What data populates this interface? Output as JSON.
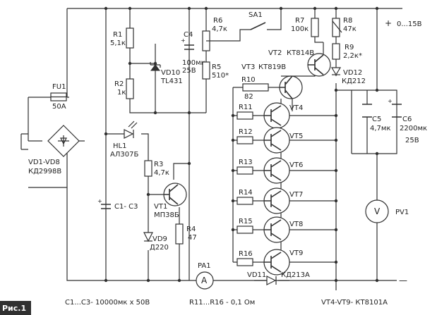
{
  "figure_tag": "Рис.1",
  "power_out": {
    "plus": "+",
    "range": "0...15В",
    "minus": "—"
  },
  "fuse": {
    "ref": "FU1",
    "value": "50A"
  },
  "bridge": {
    "ref": "VD1-VD8",
    "type": "КД2998В"
  },
  "capacitor_bank": {
    "ref": "C1- C3",
    "note": "C1...C3- 10000мк х 50В"
  },
  "led": {
    "ref": "HL1",
    "type": "АЛ307Б"
  },
  "resistors": {
    "r1": {
      "ref": "R1",
      "value": "5,1к"
    },
    "r2": {
      "ref": "R2",
      "value": "1к"
    },
    "r3": {
      "ref": "R3",
      "value": "4,7к"
    },
    "r4": {
      "ref": "R4",
      "value": "47"
    },
    "r5": {
      "ref": "R5",
      "value": "510*"
    },
    "r6": {
      "ref": "R6",
      "value": "4,7к"
    },
    "r7": {
      "ref": "R7",
      "value": "100к"
    },
    "r8": {
      "ref": "R8",
      "value": "47к"
    },
    "r9": {
      "ref": "R9",
      "value": "2,2к*"
    },
    "r10": {
      "ref": "R10",
      "value": "82"
    }
  },
  "emitter_resistors": {
    "refs": [
      "R11",
      "R12",
      "R13",
      "R14",
      "R15",
      "R16"
    ],
    "note": "R11...R16 - 0,1 Ом"
  },
  "c4": {
    "ref": "C4",
    "value": "100мк",
    "voltage": "25В"
  },
  "c5": {
    "ref": "C5",
    "value": "4,7мк"
  },
  "c6": {
    "ref": "C6",
    "value": "2200мк",
    "voltage": "25В"
  },
  "vd10": {
    "ref": "VD10",
    "type": "TL431"
  },
  "vd9": {
    "ref": "VD9",
    "type": "Д220"
  },
  "vd11": {
    "ref": "VD11",
    "type": "КД213А"
  },
  "vd12": {
    "ref": "VD12",
    "type": "КД212"
  },
  "vt1": {
    "ref": "VT1",
    "type": "МП38Б"
  },
  "vt2": {
    "ref": "VT2",
    "type": "КТ814В"
  },
  "vt3": {
    "ref": "VT3",
    "type": "КТ819В"
  },
  "power_transistors": {
    "refs": [
      "VT4",
      "VT5",
      "VT6",
      "VT7",
      "VT8",
      "VT9"
    ],
    "note": "VT4-VT9- КТ8101А"
  },
  "switch": {
    "ref": "SA1"
  },
  "ammeter": {
    "ref": "PA1",
    "symbol": "A"
  },
  "voltmeter": {
    "ref": "PV1",
    "symbol": "V"
  }
}
